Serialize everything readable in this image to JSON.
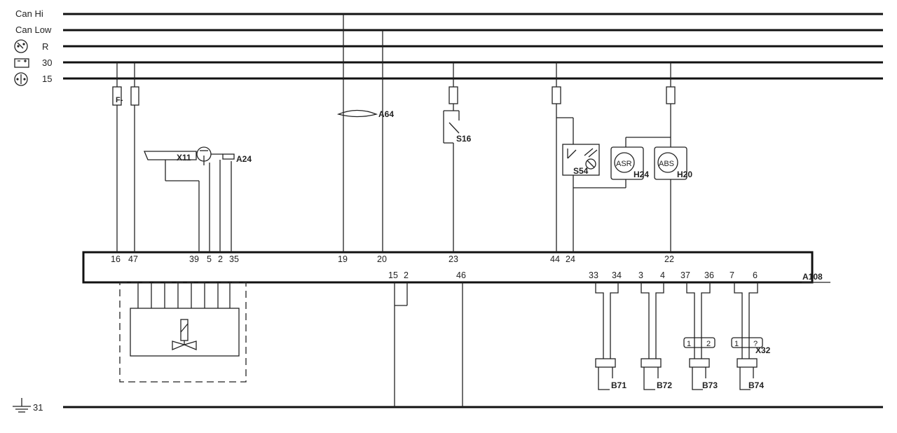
{
  "rails": {
    "can_hi": "Can Hi",
    "can_low": "Can Low",
    "r": "R",
    "t30": "30",
    "t15": "15",
    "t31": "31"
  },
  "icons": [
    "ignition-key-icon",
    "battery-icon",
    "ignition-switch-icon",
    "ground-icon"
  ],
  "components": {
    "fuse_label": "F-",
    "a64": "A64",
    "s16": "S16",
    "x11": "X11",
    "a24": "A24",
    "s54": "S54",
    "asr_text": "ASR",
    "abs_text": "ABS",
    "h24": "H24",
    "h20": "H20",
    "a108": "A108",
    "x32": "X32",
    "b71": "B71",
    "b72": "B72",
    "b73": "B73",
    "b74": "B74",
    "conn1": "1",
    "conn2": "2",
    "conn2b": "?"
  },
  "pins_top": {
    "p16": "16",
    "p47": "47",
    "p39": "39",
    "p5": "5",
    "p2": "2",
    "p35": "35",
    "p19": "19",
    "p20": "20",
    "p23": "23",
    "p44": "44",
    "p24": "24",
    "p22": "22"
  },
  "pins_bottom": {
    "p15": "15",
    "p2b": "2",
    "p46": "46",
    "p33": "33",
    "p34": "34",
    "p3": "3",
    "p4": "4",
    "p37": "37",
    "p36": "36",
    "p7": "7",
    "p6": "6"
  }
}
